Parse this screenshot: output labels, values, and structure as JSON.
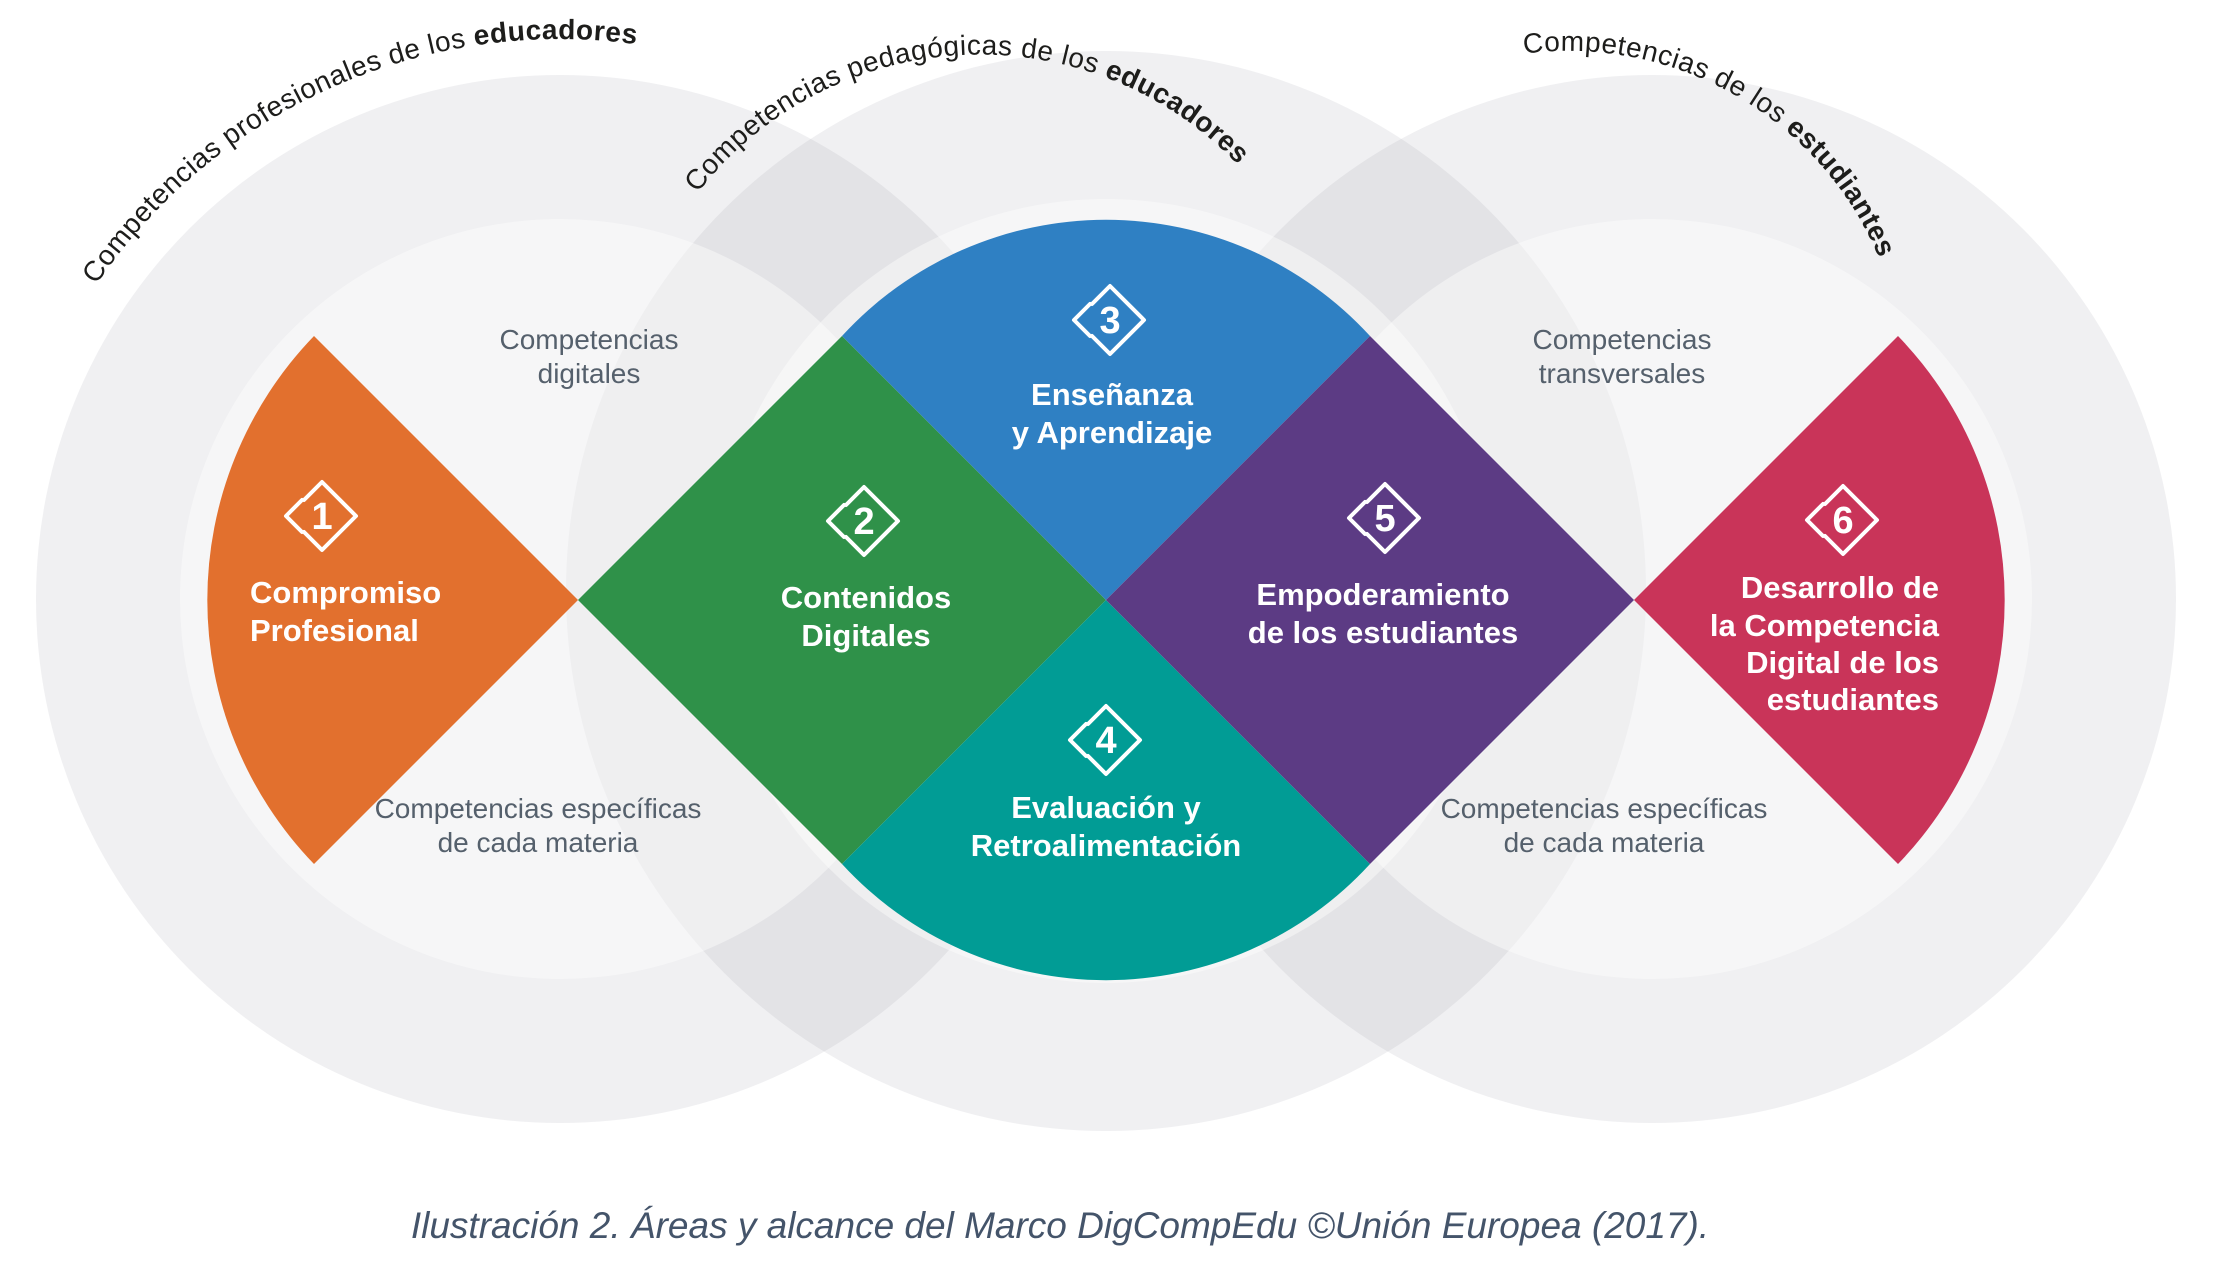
{
  "titles": {
    "left": {
      "regular": "Competencias profesionales de los ",
      "bold": "educadores"
    },
    "middle": {
      "regular": "Competencias pedagógicas de los ",
      "bold": "educadores"
    },
    "right": {
      "regular": "Competencias de los ",
      "bold": "estudiantes"
    }
  },
  "ring_labels": {
    "digital": {
      "line1": "Competencias",
      "line2": "digitales"
    },
    "transversal": {
      "line1": "Competencias",
      "line2": "transversales"
    },
    "subject_left": {
      "line1": "Competencias específicas",
      "line2": "de cada materia"
    },
    "subject_right": {
      "line1": "Competencias específicas",
      "line2": "de cada materia"
    }
  },
  "areas": [
    {
      "number": "1",
      "color": "#e2702e",
      "label_lines": [
        "Compromiso",
        "Profesional"
      ]
    },
    {
      "number": "2",
      "color": "#2f9149",
      "label_lines": [
        "Contenidos",
        "Digitales"
      ]
    },
    {
      "number": "3",
      "color": "#2f80c3",
      "label_lines": [
        "Enseñanza",
        "y Aprendizaje"
      ]
    },
    {
      "number": "4",
      "color": "#019c95",
      "label_lines": [
        "Evaluación y",
        "Retroalimentación"
      ]
    },
    {
      "number": "5",
      "color": "#5c3b84",
      "label_lines": [
        "Empoderamiento",
        "de los estudiantes"
      ]
    },
    {
      "number": "6",
      "color": "#c93459",
      "label_lines": [
        "Desarrollo de",
        "la Competencia",
        "Digital de los",
        "estudiantes"
      ]
    }
  ],
  "caption": "Ilustración 2. Áreas y alcance del Marco DigCompEdu ©Unión Europea (2017).",
  "colors": {
    "circle_gray": "#8f8f9e",
    "label_gray": "#55606c",
    "title_color": "#1d1d1b",
    "caption_color": "#44546a"
  }
}
